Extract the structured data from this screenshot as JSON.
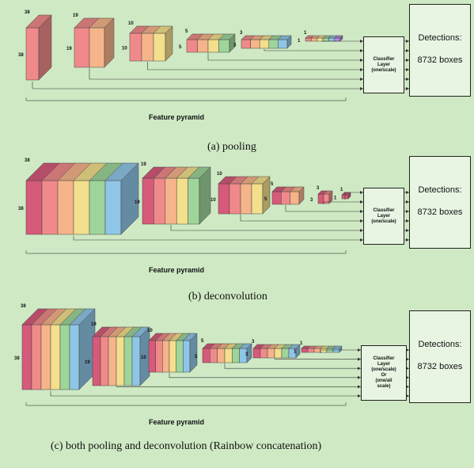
{
  "panels": [
    {
      "id": "pooling",
      "caption": "(a) pooling",
      "pyramid_label": "Feature pyramid",
      "classifier_lines": [
        "Classifier",
        "Layer",
        "(one/scale)"
      ],
      "detections_title": "Detections:",
      "detections_boxes": "8732 boxes",
      "layers": [
        {
          "size_label": "38",
          "side_label": "38",
          "stack": 1
        },
        {
          "size_label": "19",
          "side_label": "19",
          "stack": 2
        },
        {
          "size_label": "10",
          "side_label": "10",
          "stack": 3
        },
        {
          "size_label": "5",
          "side_label": "5",
          "stack": 4
        },
        {
          "size_label": "3",
          "side_label": "3",
          "stack": 5
        },
        {
          "size_label": "1",
          "side_label": "1",
          "stack": 6
        }
      ]
    },
    {
      "id": "deconvolution",
      "caption": "(b) deconvolution",
      "pyramid_label": "Feature pyramid",
      "classifier_lines": [
        "Classifier",
        "Layer",
        "(one/scale)"
      ],
      "detections_title": "Detections:",
      "detections_boxes": "8732 boxes",
      "layers": [
        {
          "size_label": "38",
          "side_label": "38",
          "stack": 6
        },
        {
          "size_label": "19",
          "side_label": "19",
          "stack": 5
        },
        {
          "size_label": "10",
          "side_label": "10",
          "stack": 4
        },
        {
          "size_label": "5",
          "side_label": "5",
          "stack": 3
        },
        {
          "size_label": "3",
          "side_label": "3",
          "stack": 2
        },
        {
          "size_label": "1",
          "side_label": "1",
          "stack": 1
        }
      ]
    },
    {
      "id": "both",
      "caption": "(c) both pooling and deconvolution (Rainbow concatenation)",
      "pyramid_label": "Feature pyramid",
      "classifier_lines": [
        "Classifier",
        "Layer",
        "(one/scale)",
        "Or",
        "(one/all",
        "scale)"
      ],
      "detections_title": "Detections:",
      "detections_boxes": "8732 boxes",
      "layers": [
        {
          "size_label": "38",
          "side_label": "38",
          "stack": 6
        },
        {
          "size_label": "19",
          "side_label": "19",
          "stack": 6
        },
        {
          "size_label": "10",
          "side_label": "10",
          "stack": 6
        },
        {
          "size_label": "5",
          "side_label": "5",
          "stack": 6
        },
        {
          "size_label": "3",
          "side_label": "3",
          "stack": 6
        },
        {
          "size_label": "1",
          "side_label": "1",
          "stack": 6
        }
      ]
    }
  ],
  "colors": {
    "background": "#cfe9c4",
    "layer_palette": [
      "#d65a7a",
      "#f08a8a",
      "#f6b48a",
      "#f3df8c",
      "#9ed59a",
      "#8fc6e8",
      "#b68ae0"
    ]
  }
}
